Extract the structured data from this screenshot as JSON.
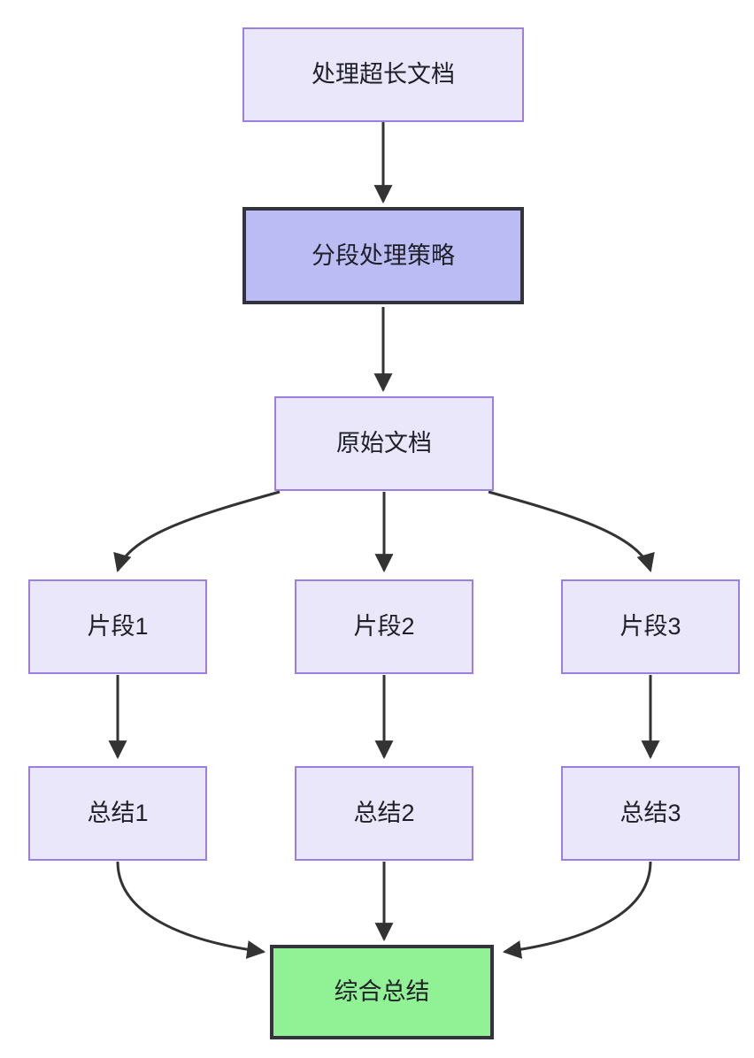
{
  "diagram": {
    "type": "flowchart",
    "direction": "top-down",
    "background_color": "#ffffff",
    "title_text": "处理超长文档",
    "nodes": [
      {
        "id": "n1",
        "label": "处理超长文档",
        "style": "lavender",
        "fill": "#eae7fb",
        "stroke": "#9a7ee0"
      },
      {
        "id": "n2",
        "label": "分段处理策略",
        "style": "purple-emphasis",
        "fill": "#bcbcf5",
        "stroke": "#33333b"
      },
      {
        "id": "n3",
        "label": "原始文档",
        "style": "lavender",
        "fill": "#eae7fb",
        "stroke": "#9a7ee0"
      },
      {
        "id": "n4",
        "label": "片段1",
        "style": "lavender",
        "fill": "#eae7fb",
        "stroke": "#9a7ee0"
      },
      {
        "id": "n5",
        "label": "片段2",
        "style": "lavender",
        "fill": "#eae7fb",
        "stroke": "#9a7ee0"
      },
      {
        "id": "n6",
        "label": "片段3",
        "style": "lavender",
        "fill": "#eae7fb",
        "stroke": "#9a7ee0"
      },
      {
        "id": "n7",
        "label": "总结1",
        "style": "lavender",
        "fill": "#eae7fb",
        "stroke": "#9a7ee0"
      },
      {
        "id": "n8",
        "label": "总结2",
        "style": "lavender",
        "fill": "#eae7fb",
        "stroke": "#9a7ee0"
      },
      {
        "id": "n9",
        "label": "总结3",
        "style": "lavender",
        "fill": "#eae7fb",
        "stroke": "#9a7ee0"
      },
      {
        "id": "n10",
        "label": "综合总结",
        "style": "green-terminal",
        "fill": "#90f294",
        "stroke": "#33333b"
      }
    ],
    "edges": [
      {
        "from": "处理超长文档",
        "to": "分段处理策略",
        "shape": "straight"
      },
      {
        "from": "分段处理策略",
        "to": "原始文档",
        "shape": "straight"
      },
      {
        "from": "原始文档",
        "to": "片段1",
        "shape": "curve"
      },
      {
        "from": "原始文档",
        "to": "片段2",
        "shape": "straight"
      },
      {
        "from": "原始文档",
        "to": "片段3",
        "shape": "curve"
      },
      {
        "from": "片段1",
        "to": "总结1",
        "shape": "straight"
      },
      {
        "from": "片段2",
        "to": "总结2",
        "shape": "straight"
      },
      {
        "from": "片段3",
        "to": "总结3",
        "shape": "straight"
      },
      {
        "from": "总结1",
        "to": "综合总结",
        "shape": "curve"
      },
      {
        "from": "总结2",
        "to": "综合总结",
        "shape": "straight"
      },
      {
        "from": "总结3",
        "to": "综合总结",
        "shape": "curve"
      }
    ],
    "edge_color": "#333333"
  }
}
